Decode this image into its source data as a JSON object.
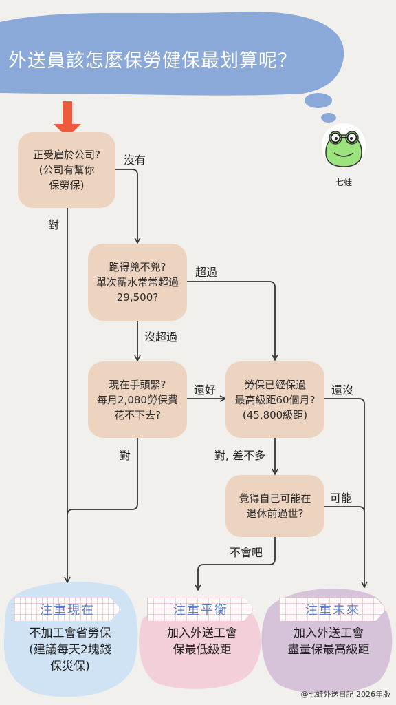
{
  "title": "外送員該怎麼保勞健保最划算呢？",
  "mascot": {
    "name": "七蛙"
  },
  "nodes": {
    "employed": [
      "正受雇於公司?",
      "(公司有幫你",
      "保勞保)"
    ],
    "running": [
      "跑得兇不兇?",
      "單次薪水常常超過",
      "29,500?"
    ],
    "tight": [
      "現在手頭緊?",
      "每月2,080勞保費",
      "花不下去?"
    ],
    "insured": [
      "勞保已經保過",
      "最高級距60個月?",
      "(45,800級距)"
    ],
    "die": [
      "覺得自己可能在",
      "退休前過世?"
    ]
  },
  "edges": {
    "no": "沒有",
    "yes_employed": "對",
    "over": "超過",
    "not_over": "沒超過",
    "ok": "還好",
    "yes_tight": "對",
    "not_yet": "還沒",
    "yes_almost": "對, 差不多",
    "maybe": "可能",
    "wont": "不會吧"
  },
  "outcomes": {
    "present": {
      "tag": "注重現在",
      "lines": [
        "不加工會省勞保",
        "(建議每天2塊錢",
        "保災保)"
      ]
    },
    "balance": {
      "tag": "注重平衡",
      "lines": [
        "加入外送工會",
        "保最低級距"
      ]
    },
    "future": {
      "tag": "注重未來",
      "lines": [
        "加入外送工會",
        "盡量保最高級距"
      ]
    }
  },
  "footer": "@七蛙外送日記  2026年版",
  "colors": {
    "background": "#f1f0ed",
    "title_cloud": "#8aa9d8",
    "node": "#ecd4c0",
    "start_arrow": "#f05a3c",
    "blob_present": "#cfe3f4",
    "blob_balance": "#f3cfd9",
    "blob_future": "#d6c3da",
    "tag_text": "#5b7fc9"
  }
}
